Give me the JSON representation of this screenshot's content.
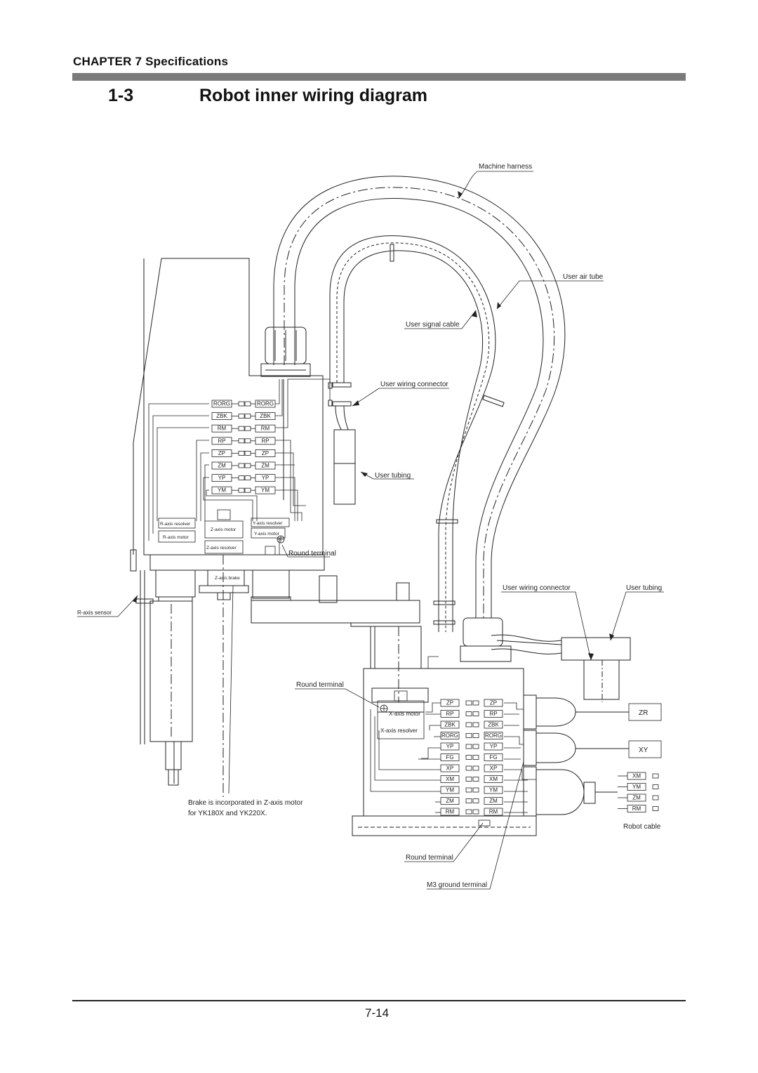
{
  "header": {
    "chapter": "CHAPTER 7 Specifications",
    "section_number": "1-3",
    "section_title": "Robot inner wiring diagram"
  },
  "labels": {
    "machine_harness": "Machine harness",
    "user_air_tube": "User air tube",
    "user_signal_cable": "User signal cable",
    "user_wiring_connector_top": "User wiring connector",
    "user_tubing_top": "User tubing",
    "round_terminal_arm": "Round terminal",
    "user_wiring_connector_base": "User wiring connector",
    "user_tubing_base": "User tubing",
    "r_axis_sensor": "R-axis sensor",
    "round_terminal_base": "Round terminal",
    "brake_note_line1": "Brake is incorporated in Z-axis motor",
    "brake_note_line2": "for YK180X and YK220X.",
    "robot_cable": "Robot cable",
    "round_terminal_bottom": "Round terminal",
    "m3_ground_terminal": "M3 ground terminal",
    "r_axis_resolver": "R-axis resolver",
    "r_axis_motor": "R-axis motor",
    "z_axis_motor": "Z-axis motor",
    "z_axis_resolver": "Z-axis resolver",
    "y_axis_resolver": "Y-axis resolver",
    "y_axis_motor": "Y-axis motor",
    "z_axis_brake": "Z-axis brake",
    "x_axis_motor": "X-axis motor",
    "x_axis_resolver": "X-axis resolver",
    "zr": "ZR",
    "xy": "XY"
  },
  "arm_connector_pins": [
    "RORG",
    "ZBK",
    "RM",
    "RP",
    "ZP",
    "ZM",
    "YP",
    "YM"
  ],
  "base_connector_pins": [
    "ZP",
    "RP",
    "ZBK",
    "RORG",
    "YP",
    "FG",
    "XP",
    "XM",
    "YM",
    "ZM",
    "RM"
  ],
  "robot_cable_pins": [
    "XM",
    "YM",
    "ZM",
    "RM"
  ],
  "footer": {
    "page_number": "7-14"
  }
}
